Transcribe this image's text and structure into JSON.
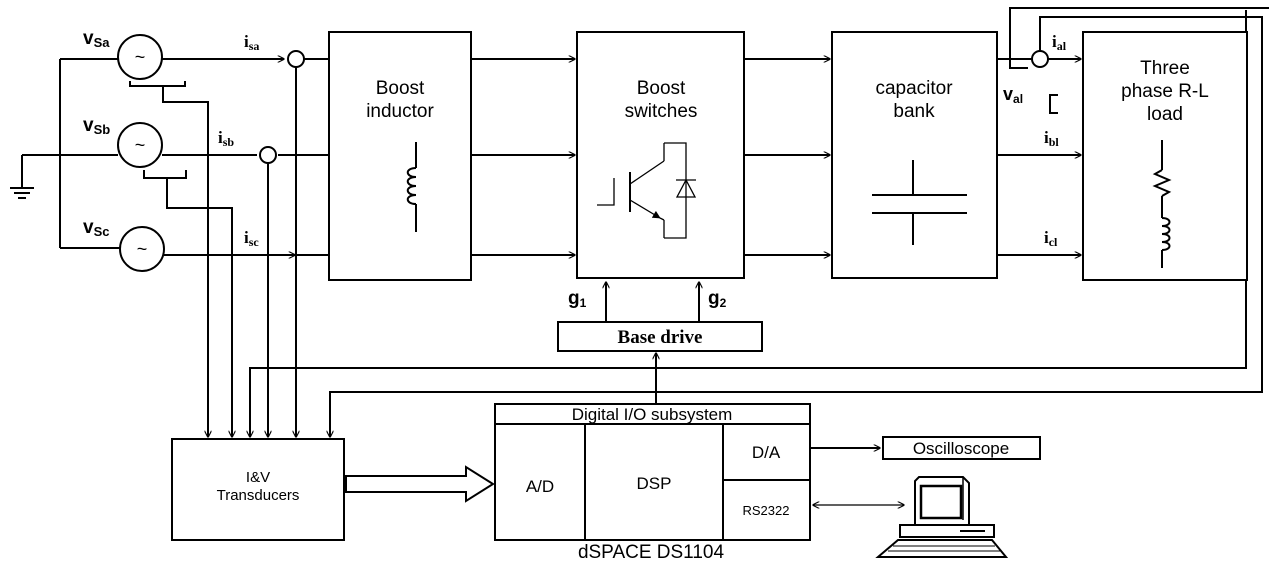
{
  "sources": {
    "a": {
      "label_main": "v",
      "label_sub": "Sa",
      "symbol": "~"
    },
    "b": {
      "label_main": "v",
      "label_sub": "Sb",
      "symbol": "~"
    },
    "c": {
      "label_main": "v",
      "label_sub": "Sc",
      "symbol": "~"
    }
  },
  "currents": {
    "isa": {
      "main": "i",
      "sub": "sa"
    },
    "isb": {
      "main": "i",
      "sub": "sb"
    },
    "isc": {
      "main": "i",
      "sub": "sc"
    },
    "ial": {
      "main": "i",
      "sub": "al"
    },
    "ibl": {
      "main": "i",
      "sub": "bl"
    },
    "icl": {
      "main": "i",
      "sub": "cl"
    }
  },
  "load_voltage": {
    "main": "v",
    "sub": "al"
  },
  "blocks": {
    "boost_inductor": {
      "line1": "Boost",
      "line2": "inductor"
    },
    "boost_switches": {
      "line1": "Boost",
      "line2": "switches"
    },
    "capacitor_bank": {
      "line1": "capacitor",
      "line2": "bank"
    },
    "load": {
      "line1": "Three",
      "line2": "phase R-L",
      "line3": "load"
    },
    "base_drive": "Base drive",
    "transducers": {
      "line1": "I&V",
      "line2": "Transducers"
    },
    "oscilloscope": "Oscilloscope"
  },
  "gates": {
    "g1": {
      "main": "g",
      "sub": "1"
    },
    "g2": {
      "main": "g",
      "sub": "2"
    }
  },
  "dspace": {
    "header": "Digital I/O subsystem",
    "ad": "A/D",
    "dsp": "DSP",
    "da": "D/A",
    "rs": "RS2322",
    "caption": "dSPACE DS1104"
  },
  "icons": [
    "ac-source-icon",
    "ground-icon",
    "inductor-icon",
    "igbt-icon",
    "capacitor-icon",
    "resistor-icon",
    "computer-icon"
  ]
}
